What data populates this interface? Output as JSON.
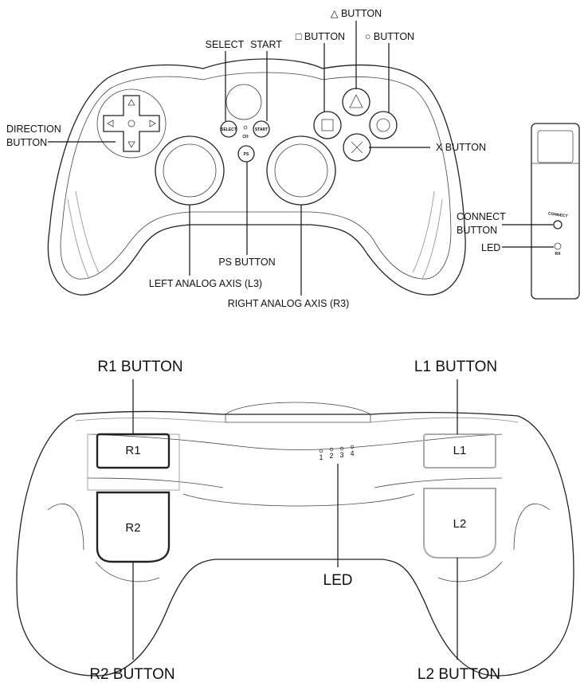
{
  "top_labels": {
    "triangle": "△ BUTTON",
    "square": "□ BUTTON",
    "circle": "○ BUTTON",
    "select": "SELECT",
    "start": "START",
    "direction_line1": "DIRECTION",
    "direction_line2": "BUTTON",
    "x_button": "X BUTTON",
    "ps_button": "PS BUTTON",
    "left_analog": "LEFT ANALOG AXIS (L3)",
    "right_analog": "RIGHT ANALOG AXIS (R3)",
    "connect_line1": "CONNECT",
    "connect_line2": "BUTTON",
    "led": "LED"
  },
  "controller_marks": {
    "select": "SELECT",
    "start": "START",
    "ch": "CH",
    "ps": "PS"
  },
  "receiver_marks": {
    "connect": "CONNECT",
    "rx": "RX"
  },
  "bottom_labels": {
    "r1_button": "R1 BUTTON",
    "l1_button": "L1 BUTTON",
    "r2_button": "R2 BUTTON",
    "l2_button": "L2 BUTTON",
    "led": "LED"
  },
  "shoulder_marks": {
    "r1": "R1",
    "r2": "R2",
    "l1": "L1",
    "l2": "L2",
    "led_numbers": [
      "1",
      "2",
      "3",
      "4"
    ]
  }
}
